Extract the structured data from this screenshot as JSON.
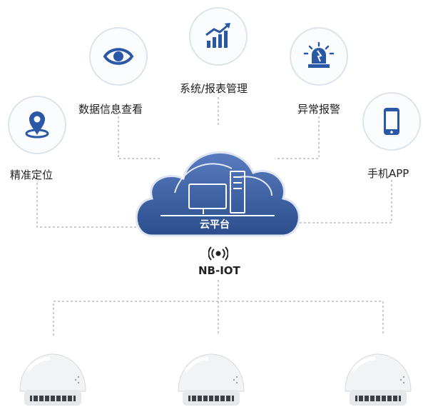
{
  "colors": {
    "icon_blue": "#2a57a6",
    "circle_ring": "#dfe6ee",
    "cloud_top": "#4d6fb0",
    "cloud_bottom": "#2d4f8e",
    "line": "#9a9a9a"
  },
  "features": [
    {
      "label": "精准定位",
      "icon": "location-pin-icon"
    },
    {
      "label": "数据信息查看",
      "icon": "eye-icon"
    },
    {
      "label": "系统/报表管理",
      "icon": "bar-chart-icon"
    },
    {
      "label": "异常报警",
      "icon": "alarm-siren-icon"
    },
    {
      "label": "手机APP",
      "icon": "smartphone-icon"
    }
  ],
  "cloud": {
    "label": "云平台"
  },
  "network": {
    "label": "NB-IOT",
    "icon": "wireless-signal-icon"
  },
  "detectors": [
    {
      "icon": "smoke-detector-icon"
    },
    {
      "icon": "smoke-detector-icon"
    },
    {
      "icon": "smoke-detector-icon"
    }
  ]
}
